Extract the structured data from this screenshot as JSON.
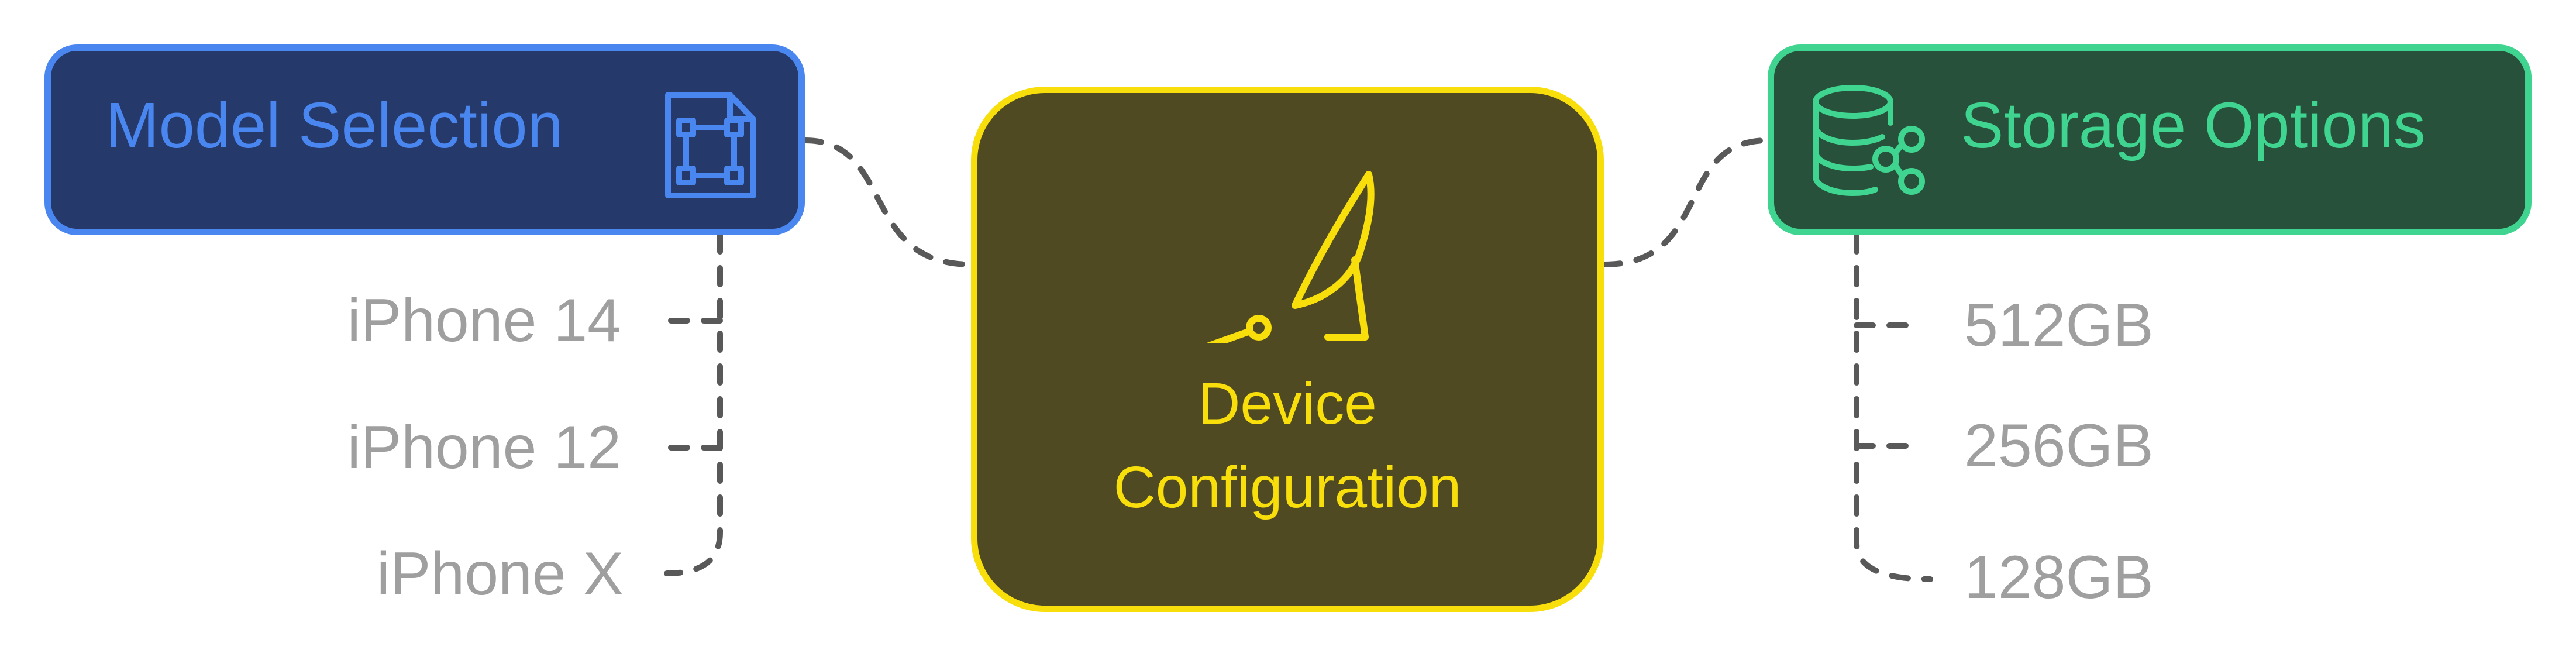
{
  "diagram": {
    "left_node": {
      "title": "Model Selection",
      "icon": "frame-document-icon",
      "items": [
        "iPhone 14",
        "iPhone 12",
        "iPhone X"
      ],
      "border_color": "#4a86f0",
      "fill_color": "#253a6a",
      "text_color": "#4a86f0"
    },
    "center_node": {
      "title_line1": "Device",
      "title_line2": "Configuration",
      "icon": "drafting-tool-icon",
      "border_color": "#f8de0b",
      "fill_color": "#4f4a21",
      "text_color": "#f8de0b"
    },
    "right_node": {
      "title": "Storage Options",
      "icon": "database-share-icon",
      "items": [
        "512GB",
        "256GB",
        "128GB"
      ],
      "border_color": "#3fd48f",
      "fill_color": "#27513b",
      "text_color": "#3fd48f"
    },
    "connector_color": "#595959",
    "leaf_text_color": "#9f9f9f"
  }
}
